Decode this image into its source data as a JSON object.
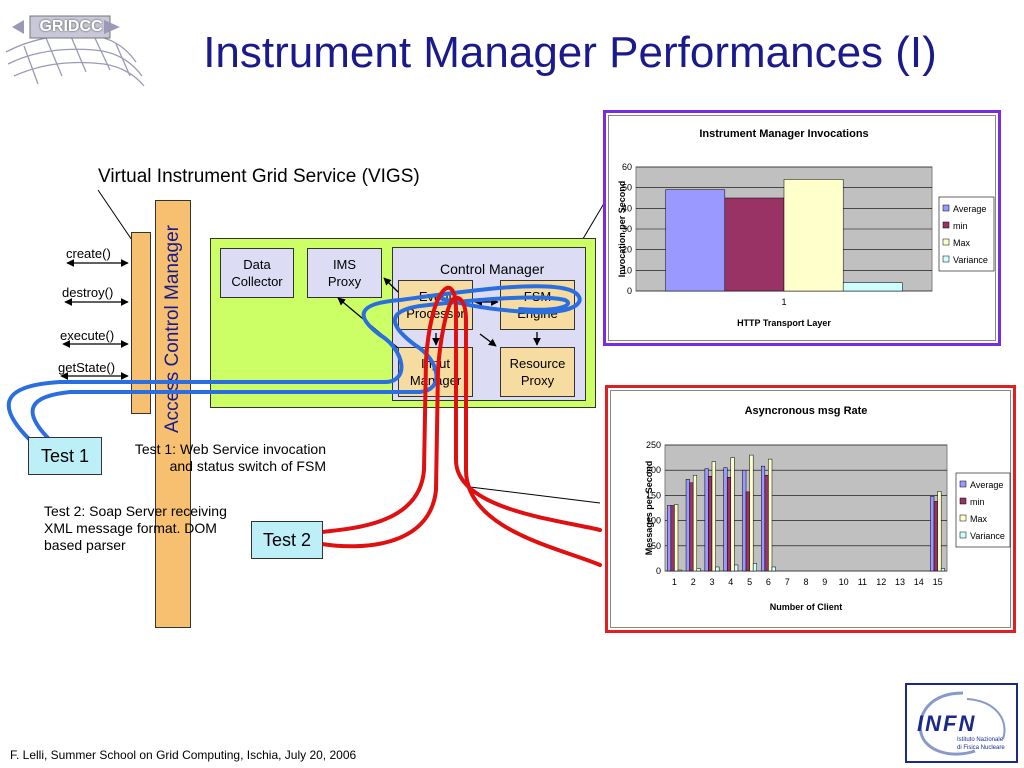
{
  "logo_text": "GRIDCC",
  "title": "Instrument Manager Performances (I)",
  "vigs_label": "Virtual Instrument Grid Service (VIGS)",
  "acm_label": "Access Control Manager",
  "methods": [
    "create()",
    "destroy()",
    "execute()",
    "getState()"
  ],
  "control_manager_label": "Control Manager",
  "components": {
    "data_collector": "Data Collector",
    "ims_proxy": "IMS Proxy",
    "event_processor": "Event Processor",
    "fsm_engine": "FSM Engine",
    "input_manager": "Input Manager",
    "resource_proxy": "Resource Proxy"
  },
  "tests": {
    "test1_label": "Test 1",
    "test1_desc": "Test 1: Web Service invocation and status switch of FSM",
    "test2_label": "Test 2",
    "test2_desc": "Test 2: Soap Server receiving XML message format. DOM based parser"
  },
  "footer": "F. Lelli, Summer School on Grid Computing, Ischia, July 20, 2006",
  "infn": {
    "brand": "INFN",
    "sub1": "Istituto Nazionale",
    "sub2": "di Fisica Nucleare"
  },
  "colors": {
    "title": "#1a1a8c",
    "green_panel": "#ccff66",
    "control_panel": "#dcdcf4",
    "component_box": "#f6dca0",
    "acm_bar": "#f6c070",
    "test_box": "#bdeff8",
    "blue_line": "#2a6ee0",
    "red_line": "#e01010",
    "chart1_border": "#7a2de0",
    "chart2_border": "#e02020"
  },
  "chart_data": [
    {
      "type": "bar",
      "title": "Instrument Manager Invocations",
      "xlabel": "HTTP Transport Layer",
      "ylabel": "Invocation per Second",
      "categories": [
        "1"
      ],
      "ylim": [
        0,
        60
      ],
      "yticks": [
        0,
        10,
        20,
        30,
        40,
        50,
        60
      ],
      "legend_position": "right",
      "grid": true,
      "series": [
        {
          "name": "Average",
          "color": "#9999ff",
          "values": [
            49
          ]
        },
        {
          "name": "min",
          "color": "#993366",
          "values": [
            45
          ]
        },
        {
          "name": "Max",
          "color": "#ffffcc",
          "values": [
            54
          ]
        },
        {
          "name": "Variance",
          "color": "#ccffff",
          "values": [
            4
          ]
        }
      ]
    },
    {
      "type": "bar",
      "title": "Asyncronous msg  Rate",
      "xlabel": "Number of Client",
      "ylabel": "Messages per Second",
      "categories": [
        "1",
        "2",
        "3",
        "4",
        "5",
        "6",
        "7",
        "8",
        "9",
        "10",
        "11",
        "12",
        "13",
        "14",
        "15"
      ],
      "ylim": [
        0,
        250
      ],
      "yticks": [
        0,
        50,
        100,
        150,
        200,
        250
      ],
      "legend_position": "right",
      "grid": true,
      "series": [
        {
          "name": "Average",
          "color": "#9999ff",
          "values": [
            130,
            182,
            203,
            205,
            200,
            208,
            null,
            null,
            null,
            null,
            null,
            null,
            null,
            null,
            148
          ]
        },
        {
          "name": "min",
          "color": "#993366",
          "values": [
            130,
            175,
            188,
            186,
            157,
            190,
            null,
            null,
            null,
            null,
            null,
            null,
            null,
            null,
            138
          ]
        },
        {
          "name": "Max",
          "color": "#ffffcc",
          "values": [
            132,
            190,
            217,
            225,
            230,
            222,
            null,
            null,
            null,
            null,
            null,
            null,
            null,
            null,
            158
          ]
        },
        {
          "name": "Variance",
          "color": "#ccffff",
          "values": [
            2,
            5,
            8,
            12,
            15,
            8,
            null,
            null,
            null,
            null,
            null,
            null,
            null,
            null,
            5
          ]
        }
      ]
    }
  ]
}
